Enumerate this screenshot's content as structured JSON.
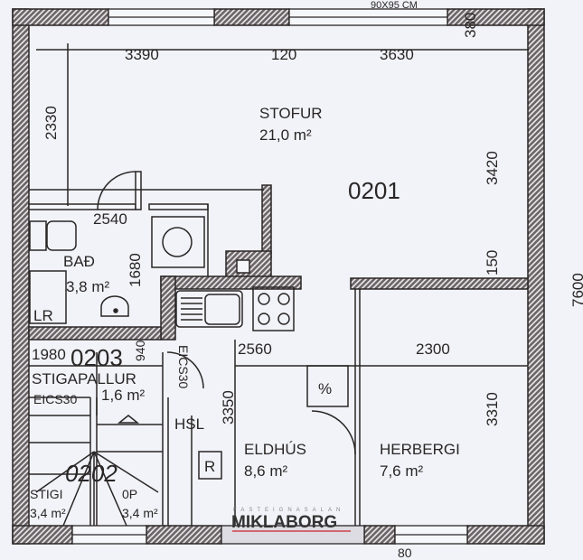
{
  "plan": {
    "top_note": "90X95 CM",
    "colors": {
      "paper": "#f1f3f8",
      "ink": "#2a2626",
      "watermark_red": "#d0404a"
    },
    "dimensions": {
      "top_left": "3390",
      "top_mid": "120",
      "top_right": "3630",
      "top_wall": "380",
      "left_upper": "2330",
      "right_upper": "3420",
      "right_gap": "150",
      "bath_width": "2540",
      "bath_height": "1680",
      "kitchen_width": "2560",
      "room_width": "2300",
      "kitchen_height": "3350",
      "room_height": "3310",
      "landing_width": "1980",
      "landing_height": "940",
      "overall_height": "7600",
      "bottom": "80"
    },
    "rooms": [
      {
        "id": "stofur",
        "name": "STOFUR",
        "area": "21,0 m²"
      },
      {
        "id": "bad",
        "name": "BAÐ",
        "area": "3,8 m²"
      },
      {
        "id": "stigapallur",
        "name": "STIGAPALLUR",
        "area": "1,6 m²"
      },
      {
        "id": "eldhus",
        "name": "ELDHÚS",
        "area": "8,6 m²"
      },
      {
        "id": "herbergi",
        "name": "HERBERGI",
        "area": "7,6 m²"
      },
      {
        "id": "stigi",
        "name": "STIGI",
        "area": "3,4 m²"
      },
      {
        "id": "op",
        "name": "0P",
        "area": "3,4 m²"
      }
    ],
    "unit_numbers": {
      "main": "0201",
      "landing": "0203",
      "stairs": "0202"
    },
    "labels": {
      "lr": "LR",
      "hsl": "HSL",
      "r": "R",
      "eics30": "EICS30",
      "eics30_door": "EICS30",
      "percent": "%"
    },
    "watermark": {
      "small": "FASTEIGNASALAN",
      "brand": "MIKLABORG"
    }
  }
}
